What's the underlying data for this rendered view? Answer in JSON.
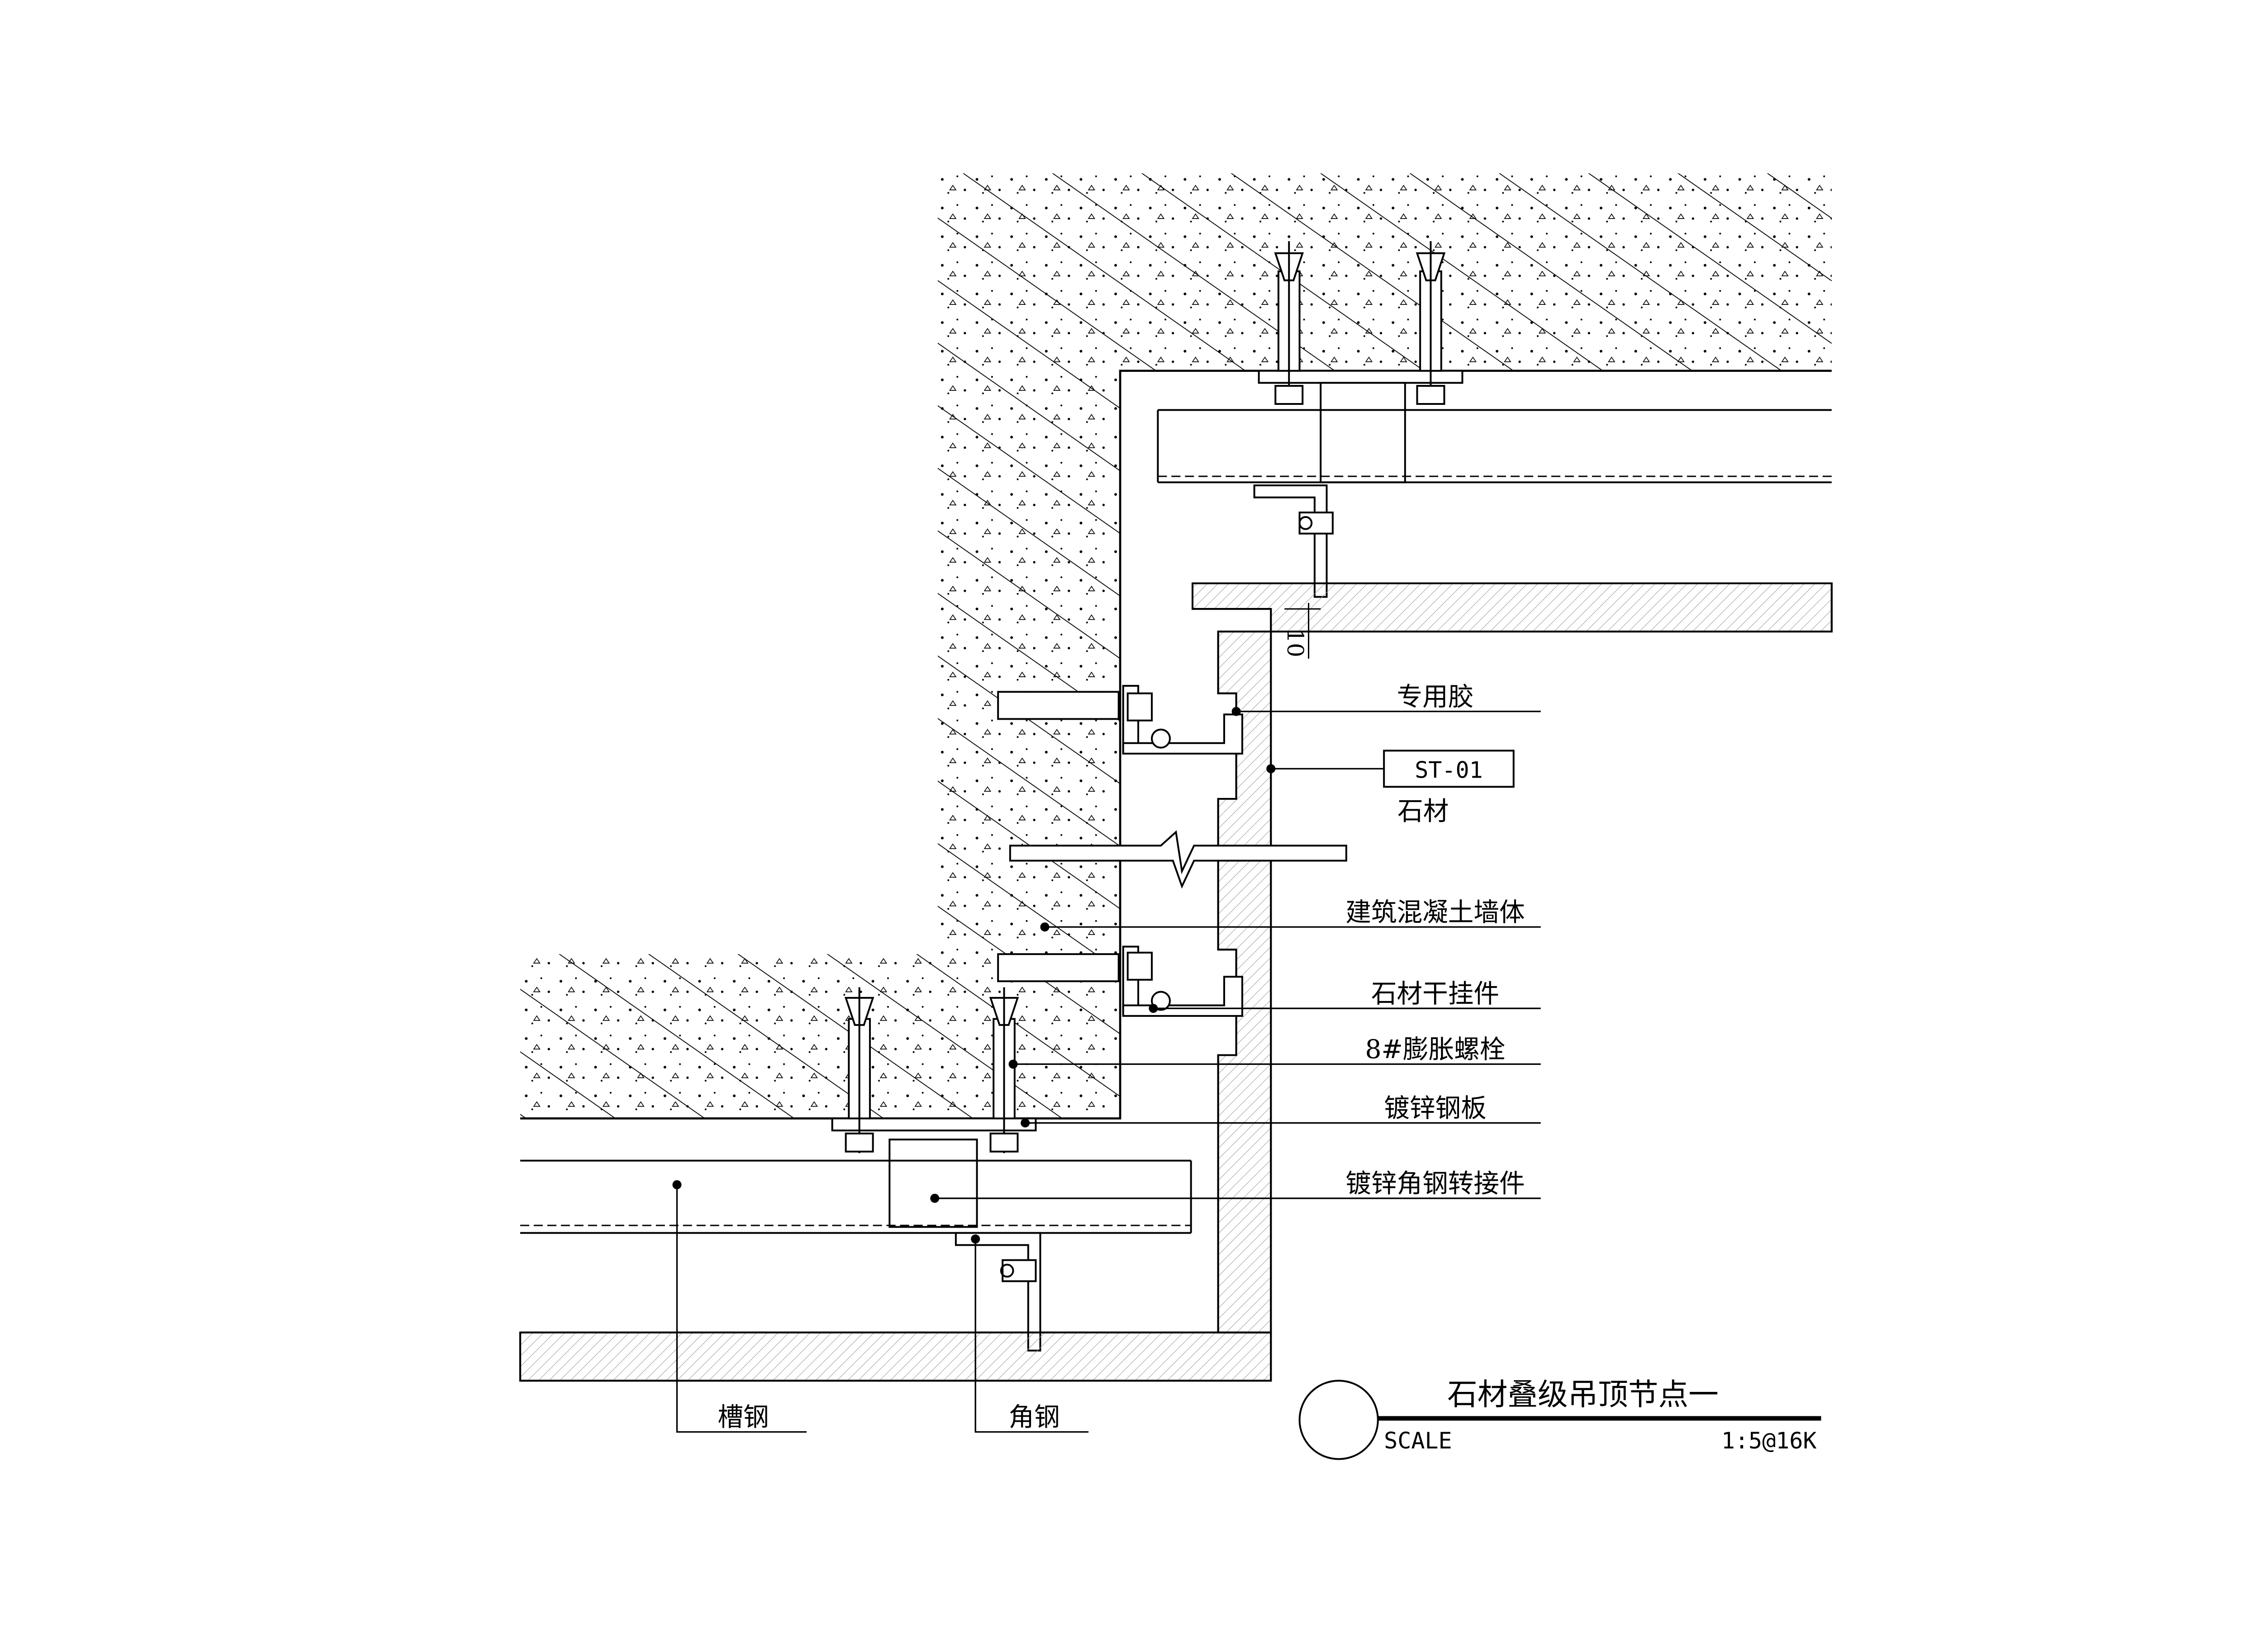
{
  "title": "石材叠级吊顶节点一",
  "scale_label": "SCALE",
  "scale_value": "1:5@16K",
  "dimension": "10",
  "tag": "ST-01",
  "callouts": {
    "glue": "专用胶",
    "stone": "石材",
    "concrete_wall": "建筑混凝土墙体",
    "dry_hanger": "石材干挂件",
    "anchor_bolt": "8#膨胀螺栓",
    "galv_plate": "镀锌钢板",
    "angle_adapter": "镀锌角钢转接件",
    "channel_steel": "槽钢",
    "angle_steel": "角钢"
  },
  "colors": {
    "line": "#000000",
    "background": "#ffffff"
  }
}
